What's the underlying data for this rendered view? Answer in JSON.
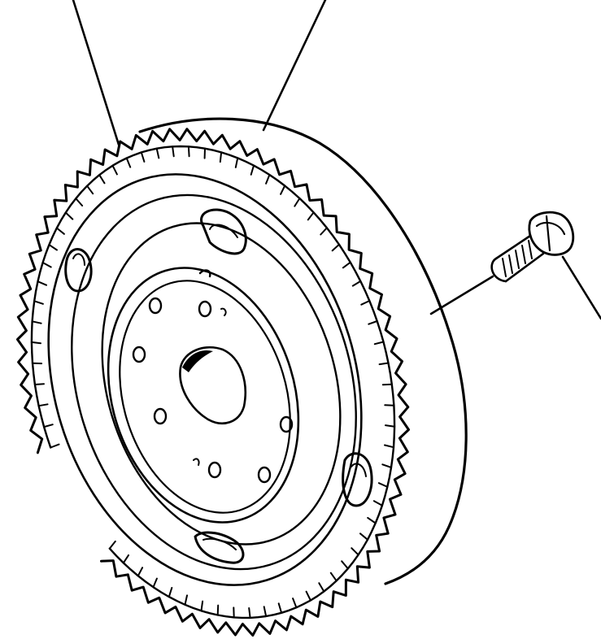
{
  "figure": {
    "background": "#ffffff",
    "ink": "#000000",
    "parts": [
      {
        "id": "flywheel",
        "icon": "flywheel-ring-gear-icon"
      },
      {
        "id": "bolt",
        "icon": "hex-bolt-icon"
      }
    ],
    "leader_lines": 3
  }
}
